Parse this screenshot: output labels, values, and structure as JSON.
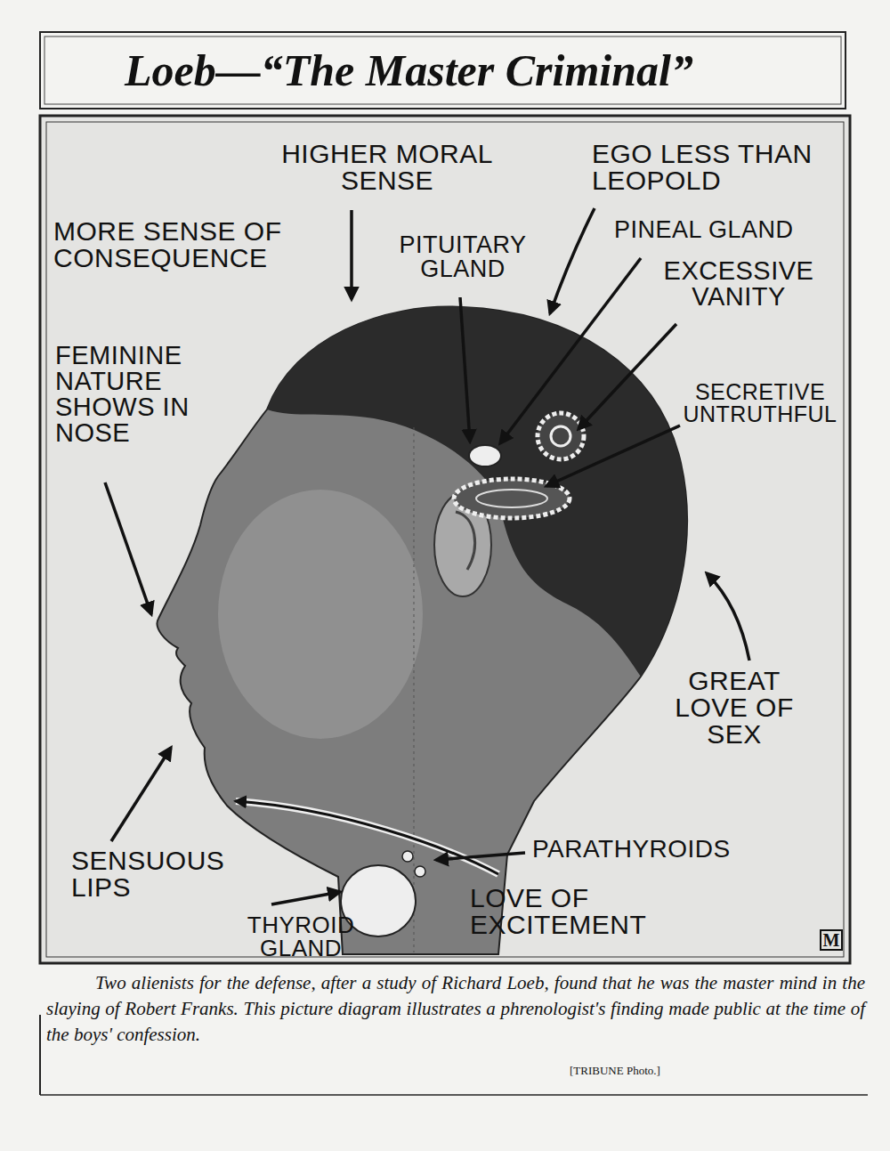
{
  "diagram": {
    "title": "Loeb—“The Master Criminal”",
    "caption": "Two alienists for the defense, after a study of Richard Loeb, found that he was the master mind in the slaying of Robert Franks. This picture diagram illustrates a phrenologist's finding made public at the time of the boys' confession.",
    "labels": [
      "HIGHER MORAL SENSE",
      "EGO LESS THAN LEOPOLD",
      "MORE SENSE OF CONSEQUENCE",
      "PITUITARY GLAND",
      "PINEAL GLAND",
      "EXCESSIVE VANITY",
      "FEMININE NATURE SHOWS IN NOSE",
      "SECRETIVE UNTRUTHFUL",
      "GREAT LOVE OF SEX",
      "SENSUOUS LIPS",
      "PARATHYROIDS",
      "LOVE OF EXCITEMENT",
      "THYROID GLAND",
      "M",
      "[TRIBUNE Photo.]"
    ]
  }
}
